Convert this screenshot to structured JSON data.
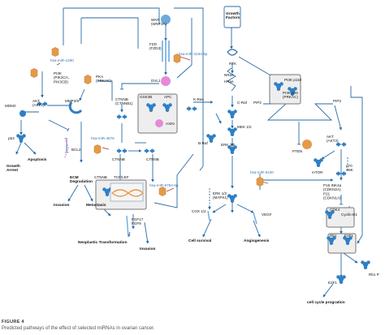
{
  "figure": {
    "label": "FIGURE 4",
    "caption": "Predicted pathways of the effect of selected miRNAs in ovarian cancer."
  },
  "mirnas": {
    "m1290": "hsa-miR-1290",
    "m3184": "hsa-miR-3184-5p",
    "m4675": "hsa-miR-4675",
    "m6784": "hsa-miR-6784-5p",
    "m5100": "hsa-miR-5100"
  },
  "nodes": {
    "wnt": "WNT\n(WNT3A)",
    "fzd": "FZD\n(FZD3)",
    "growth_factors": "Growth\nFactors",
    "rtk": "RTK",
    "dvl": "DVL1",
    "gsk3b": "GSK3B",
    "apc": "APC",
    "axin": "AXIN",
    "pi3k_left": "PI3K\n(PIK3CA,\nPIK3CB)",
    "pka": "PKA\n(PRKAC)",
    "akt_left": "AKT\n(AKT2)",
    "mmp": "MMP2/9",
    "mdm2": "MDM2",
    "bcl2": "BCL2",
    "p53": "p53",
    "ctnnb_top": "CTNNB\n(CTNNB1)",
    "ctnnb_mid_left": "CTNNB",
    "ctnnb_mid_right": "CTNNB",
    "kras": "K-Ras",
    "craf": "C-Raf",
    "braf": "B-Raf",
    "mek": "MEK 1/2",
    "erk_mid": "ERK 1/2",
    "erk_low": "ERK 1/2\n(MAPK1)",
    "nras": "NRas",
    "hras": "HRas",
    "pi3k_right": "PI3K p110",
    "pi3k_right_sub": "PI3K p85\n(PRKAC)",
    "pip2": "PIP2",
    "pip3": "PIP3",
    "pten": "PTEN",
    "akt_right": "AKT\n(AKT2)",
    "p70": "p70\nS6K",
    "mtor": "mTOR",
    "p15": "P15 INK4a\n(CDKN2A)\nP21\n(CDKN1A)",
    "cdk4": "CDK4",
    "cyclin": "Cyclin-D1",
    "rb1": "Rb1",
    "e2f1": "E2F1",
    "e2f1_free": "E2F1",
    "rb1p": "Rb1 P",
    "ctnnb_lower": "CTNNB",
    "tcf": "TCF/LEF",
    "fgf": "FGF17\nFGF9",
    "cox": "COX 1/2",
    "vegf": "VEGF"
  },
  "outcomes": {
    "growth_arrest": "Growth\nArrest",
    "apoptosis": "Apoptosis",
    "ecm": "ECM\nDegradation",
    "invasion1": "Invasion",
    "metastasis": "Metastasis",
    "neoplastic": "Neoplastic Transformation",
    "invasion2": "Invasion",
    "survival": "Cell survival",
    "angiogenesis": "Angiogenesis",
    "cell_cycle": "cell cycle progration"
  },
  "colors": {
    "line": "#2a6aa6",
    "protein": "#2f7fc6",
    "mirna_hex": "#e59a4a",
    "apoptosis_pink": "#e48ad9",
    "miRNA_text": "#3a74b8",
    "inhibit_red": "#b23c3c"
  },
  "icons": {
    "mirna": "hexagon-icon",
    "protein": "protein-cluster-icon",
    "receptor": "receptor-icon"
  }
}
